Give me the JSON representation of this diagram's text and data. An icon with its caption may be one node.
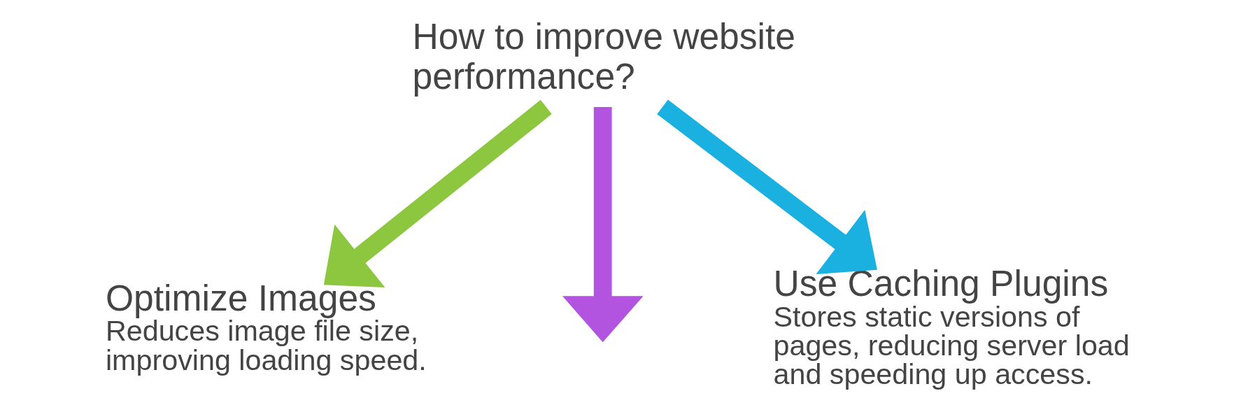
{
  "diagram": {
    "nodes": [
      {
        "text": [
          "How to improve website performance?"
        ]
      },
      {
        "text": [
          "Optimize Images",
          "Reduces image file size, improving loading speed."
        ]
      },
      {
        "text": [
          "Use Caching Plugins",
          "Stores static versions of pages, reducing server load and speeding up access."
        ]
      }
    ],
    "edges": [
      {
        "from": 0,
        "to": 1,
        "arrow": "to",
        "color": "#8dc63f"
      },
      {
        "from": 0,
        "to": null,
        "arrow": "to",
        "color": "#b354e0"
      },
      {
        "from": 0,
        "to": 2,
        "arrow": "to",
        "color": "#1ab0e0"
      }
    ]
  }
}
